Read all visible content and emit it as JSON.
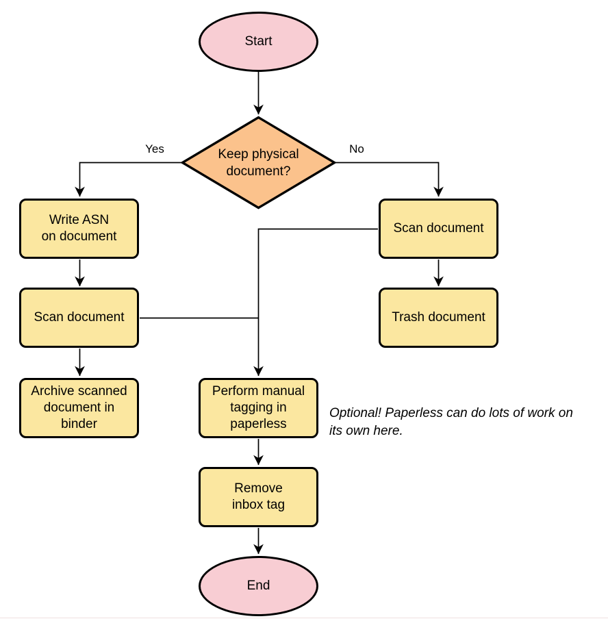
{
  "diagram": {
    "nodes": {
      "start": "Start",
      "decision": "Keep physical\ndocument?",
      "write_asn": "Write ASN\non document",
      "scan_left": "Scan document",
      "archive": "Archive scanned\ndocument in\nbinder",
      "scan_right": "Scan document",
      "trash": "Trash document",
      "tagging": "Perform manual\ntagging in\npaperless",
      "remove_inbox": "Remove\ninbox tag",
      "end": "End"
    },
    "edge_labels": {
      "yes": "Yes",
      "no": "No"
    },
    "annotation": "Optional! Paperless can do lots of work on\nits own here.",
    "colors": {
      "background": "#ffffff",
      "terminal_fill": "#f8cdd3",
      "decision_fill": "#fbc28c",
      "process_fill": "#fbe7a0",
      "stroke": "#000000"
    }
  }
}
